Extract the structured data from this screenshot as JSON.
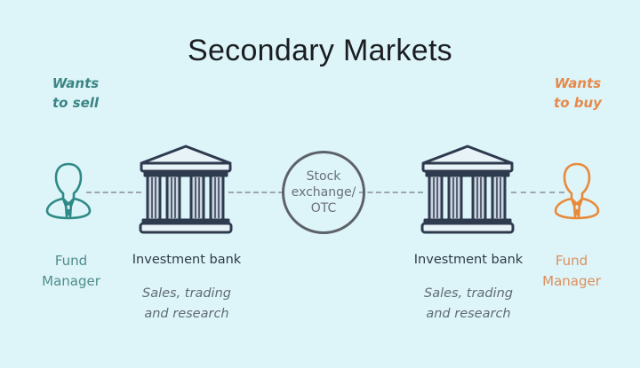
{
  "title": "Secondary Markets",
  "seller": {
    "intent": [
      "Wants",
      "to sell"
    ],
    "role": [
      "Fund",
      "Manager"
    ],
    "color": "#3b8585"
  },
  "buyer": {
    "intent": [
      "Wants",
      "to buy"
    ],
    "role": [
      "Fund",
      "Manager"
    ],
    "color": "#e6894a"
  },
  "left_bank": {
    "label": "Investment bank",
    "description": [
      "Sales, trading",
      "and research"
    ]
  },
  "right_bank": {
    "label": "Investment bank",
    "description": [
      "Sales, trading",
      "and research"
    ]
  },
  "exchange": {
    "label": [
      "Stock",
      "exchange/",
      "OTC"
    ]
  },
  "icons": {
    "person": "person-bust-icon",
    "bank": "bank-building-icon"
  },
  "colors": {
    "background": "#ddf5f9",
    "bank_outline": "#2e3a4e",
    "dash": "#9ba6ae"
  }
}
